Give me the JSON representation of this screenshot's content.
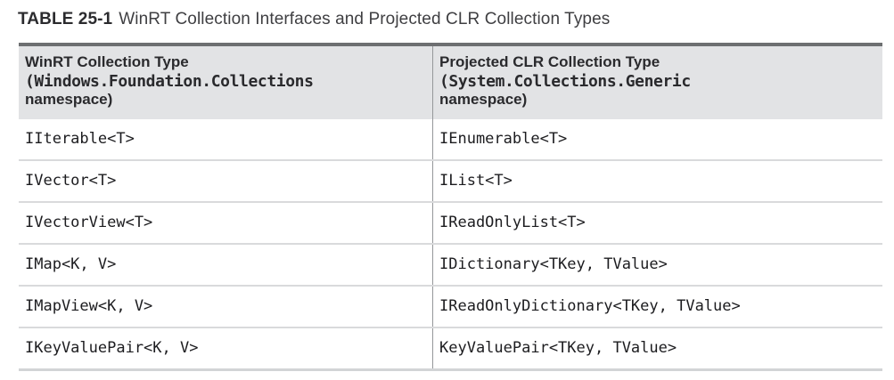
{
  "caption": {
    "label": "TABLE 25-1",
    "text": "WinRT Collection Interfaces and Projected CLR Collection Types"
  },
  "table": {
    "header": [
      {
        "line1": "WinRT Collection Type",
        "line2": "(Windows.Foundation.Collections",
        "line3": "namespace)"
      },
      {
        "line1": "Projected CLR Collection Type",
        "line2": "(System.Collections.Generic",
        "line3": "namespace)"
      }
    ],
    "rows": [
      {
        "winrt": "IIterable<T>",
        "clr": "IEnumerable<T>"
      },
      {
        "winrt": "IVector<T>",
        "clr": "IList<T>"
      },
      {
        "winrt": "IVectorView<T>",
        "clr": "IReadOnlyList<T>"
      },
      {
        "winrt": "IMap<K, V>",
        "clr": "IDictionary<TKey, TValue>"
      },
      {
        "winrt": "IMapView<K, V>",
        "clr": "IReadOnlyDictionary<TKey, TValue>"
      },
      {
        "winrt": "IKeyValuePair<K, V>",
        "clr": "KeyValuePair<TKey, TValue>"
      }
    ]
  },
  "colors": {
    "header_bg": "#e2e3e5",
    "top_border": "#6d6f71",
    "row_divider": "#d9dadc",
    "column_divider": "#95979a",
    "bottom_border": "#d2d4d6",
    "body_text": "#1c1c1f",
    "header_text": "#2a2a2d",
    "caption_text": "#3f3f42"
  }
}
